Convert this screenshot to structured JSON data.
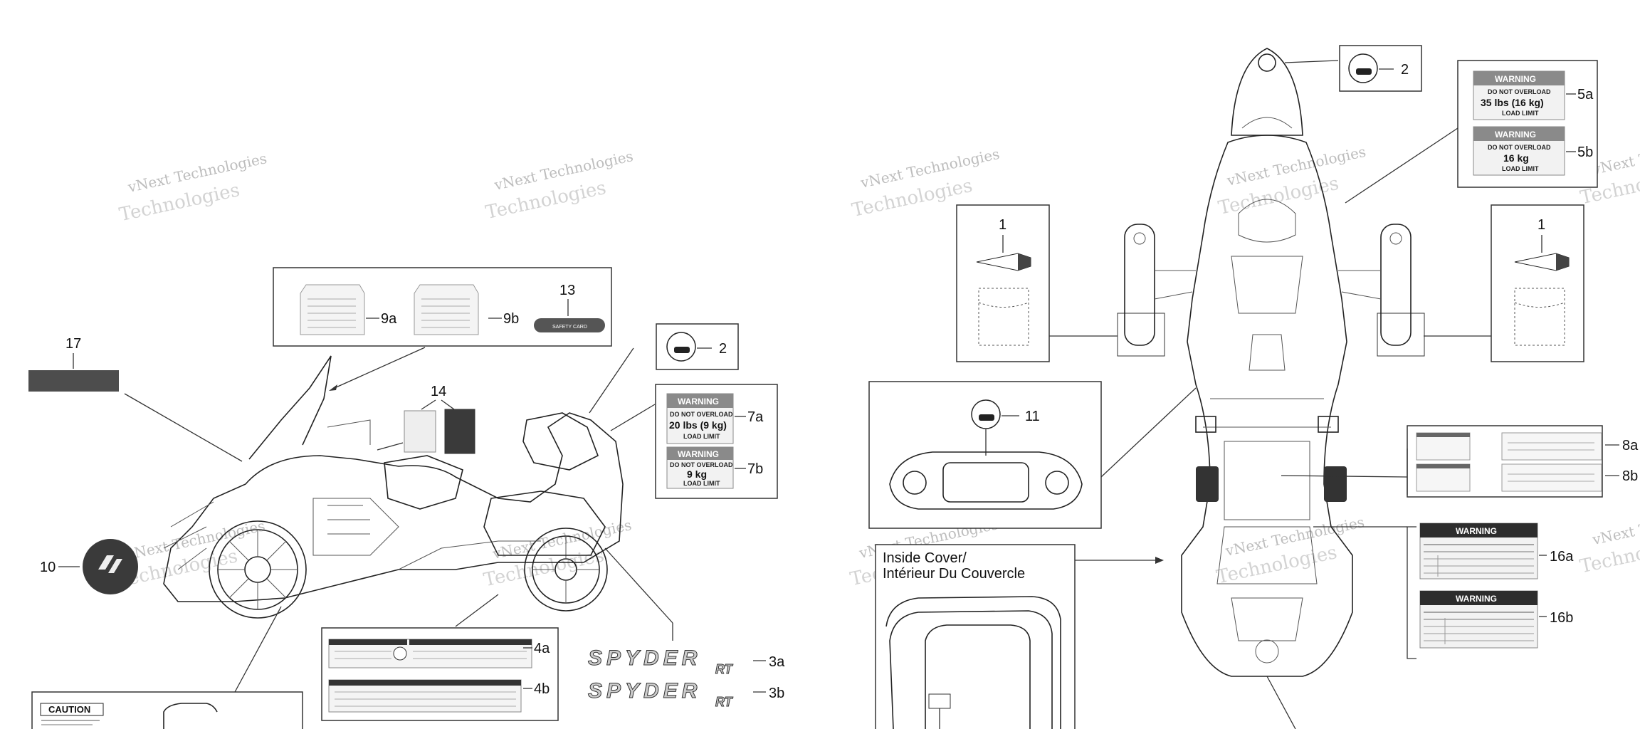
{
  "watermark": {
    "line1": "vNext Technologies",
    "line2": "Technologies"
  },
  "callouts": {
    "c17": "17",
    "c14": "14",
    "c13": "13",
    "c9a": "9a",
    "c9b": "9b",
    "c2_left": "2",
    "c7a": "7a",
    "c7b": "7b",
    "c10": "10",
    "c4a": "4a",
    "c4b": "4b",
    "c3a": "3a",
    "c3b": "3b",
    "c2_right": "2",
    "c5a": "5a",
    "c5b": "5b",
    "c1_left": "1",
    "c1_right": "1",
    "c11": "11",
    "c8a": "8a",
    "c8b": "8b",
    "c16a": "16a",
    "c16b": "16b"
  },
  "inside_cover": {
    "line1": "Inside Cover/",
    "line2": "Intérieur Du Couvercle"
  },
  "labels": {
    "warning": "WARNING",
    "caution": "CAUTION",
    "safety_card": "SAFETY CARD",
    "do_not_overload": "DO NOT OVERLOAD",
    "load_limit": "LOAD LIMIT",
    "load_20": "20 lbs (9 kg)",
    "load_9": "9 kg",
    "load_35": "35 lbs (16 kg)",
    "load_16": "16 kg",
    "brand_text": "SPYDER",
    "brand_sub": "RT"
  }
}
